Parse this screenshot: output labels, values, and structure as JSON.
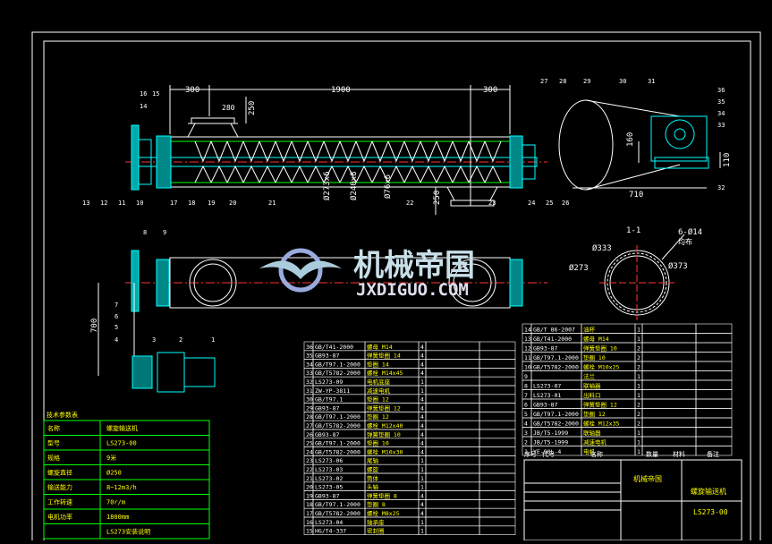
{
  "drawing": {
    "dims": {
      "d300a": "300",
      "d1900": "1900",
      "d300b": "300",
      "d250a": "250",
      "d250b": "250",
      "d280": "280",
      "d160": "160",
      "d110": "110",
      "d710": "710",
      "d700": "700"
    },
    "diameters": {
      "phi273": "Ø273x6",
      "phi240": "Ø240x8",
      "phi76": "Ø76x6"
    },
    "section": {
      "label": "Ø273",
      "holes": "6-Ø14",
      "holes2": "均布",
      "d373": "Ø373",
      "d333": "Ø333",
      "name": "1-1"
    },
    "balloons_top": [
      "16",
      "15",
      "14",
      "27",
      "28",
      "29",
      "30",
      "31",
      "36",
      "35",
      "34",
      "33",
      "32"
    ],
    "balloons_bottom": [
      "13",
      "12",
      "11",
      "10",
      "17",
      "18",
      "19",
      "20",
      "21",
      "22",
      "23",
      "24",
      "25",
      "26"
    ],
    "balloons_side": [
      "8",
      "9",
      "7",
      "6",
      "5",
      "4",
      "3",
      "2",
      "1"
    ]
  },
  "watermark": {
    "title": "机械帝国",
    "url": "JXDIGUO.COM"
  },
  "specs": {
    "header": "技术参数表",
    "rows": [
      [
        "名称",
        "螺旋输送机"
      ],
      [
        "型号",
        "LS273-00"
      ],
      [
        "规格",
        "9米"
      ],
      [
        "螺旋直径",
        "Ø250"
      ],
      [
        "输送能力",
        "8~12m3/h"
      ],
      [
        "工作转速",
        "70r/m"
      ],
      [
        "电机功率",
        "1800mm"
      ],
      [
        "",
        "LS273安装说明"
      ]
    ]
  },
  "bom_left": [
    [
      "36",
      "GB/T41-2000",
      "螺母 M14",
      "4"
    ],
    [
      "35",
      "GB93-87",
      "弹簧垫圈 14",
      "4"
    ],
    [
      "34",
      "GB/T97.1-2000",
      "垫圈 14",
      "4"
    ],
    [
      "33",
      "GB/T5782-2000",
      "螺栓 M14x45",
      "4"
    ],
    [
      "32",
      "LS273-09",
      "电机底座",
      "1"
    ],
    [
      "31",
      "ZW-YP-3811",
      "减速电机",
      "1"
    ],
    [
      "30",
      "GB/T97.1",
      "垫圈 12",
      "4"
    ],
    [
      "29",
      "GB93-87",
      "弹簧垫圈 12",
      "4"
    ],
    [
      "28",
      "GB/T97.1-2000",
      "垫圈 12",
      "4"
    ],
    [
      "27",
      "GB/T5782-2000",
      "螺栓 M12x40",
      "4"
    ],
    [
      "26",
      "GB93-87",
      "弹簧垫圈 10",
      "4"
    ],
    [
      "25",
      "GB/T97.1-2000",
      "垫圈 10",
      "4"
    ],
    [
      "24",
      "GB/T5782-2000",
      "螺栓 M10x30",
      "4"
    ],
    [
      "23",
      "LS273-06",
      "尾轴",
      "1"
    ],
    [
      "22",
      "LS273-03",
      "螺旋",
      "1"
    ],
    [
      "21",
      "LS273-02",
      "筒体",
      "1"
    ],
    [
      "20",
      "LS273-05",
      "头轴",
      "1"
    ],
    [
      "19",
      "GB93-87",
      "弹簧垫圈 8",
      "4"
    ],
    [
      "18",
      "GB/T97.1-2000",
      "垫圈 8",
      "4"
    ],
    [
      "17",
      "GB/T5782-2000",
      "螺栓 M8x25",
      "4"
    ],
    [
      "16",
      "LS273-04",
      "轴承座",
      "1"
    ],
    [
      "15",
      "HG/T4-337",
      "密封圈",
      "1"
    ]
  ],
  "bom_right": [
    [
      "14",
      "GB/T 86-2007",
      "油杯",
      "1"
    ],
    [
      "13",
      "GB/T41-2000",
      "螺母 M14",
      "1"
    ],
    [
      "12",
      "GB93-87",
      "弹簧垫圈 10",
      "2"
    ],
    [
      "11",
      "GB/T97.1-2000",
      "垫圈 10",
      "2"
    ],
    [
      "10",
      "GB/T5782-2000",
      "螺栓 M10x25",
      "2"
    ],
    [
      "9",
      "",
      "法兰",
      "1"
    ],
    [
      "8",
      "LS273-07",
      "联轴器",
      "1"
    ],
    [
      "7",
      "LS273-01",
      "出料口",
      "1"
    ],
    [
      "6",
      "GB93-87",
      "弹簧垫圈 12",
      "2"
    ],
    [
      "5",
      "GB/T97.1-2000",
      "垫圈 12",
      "2"
    ],
    [
      "4",
      "GB/T5782-2000",
      "螺栓 M12x35",
      "2"
    ],
    [
      "3",
      "JB/T5-1999",
      "联轴器",
      "1"
    ],
    [
      "2",
      "JB/T5-1999",
      "减速电机",
      "1"
    ],
    [
      "1",
      "YE-90L-4",
      "电机",
      "1"
    ]
  ],
  "bom_header": {
    "no": "序号",
    "code": "代号",
    "name": "名称",
    "qty": "数量",
    "mat": "材料",
    "note": "备注"
  },
  "title_block": {
    "company": "机械帝国",
    "title": "螺旋输送机",
    "drawing_no": "LS273-00"
  }
}
